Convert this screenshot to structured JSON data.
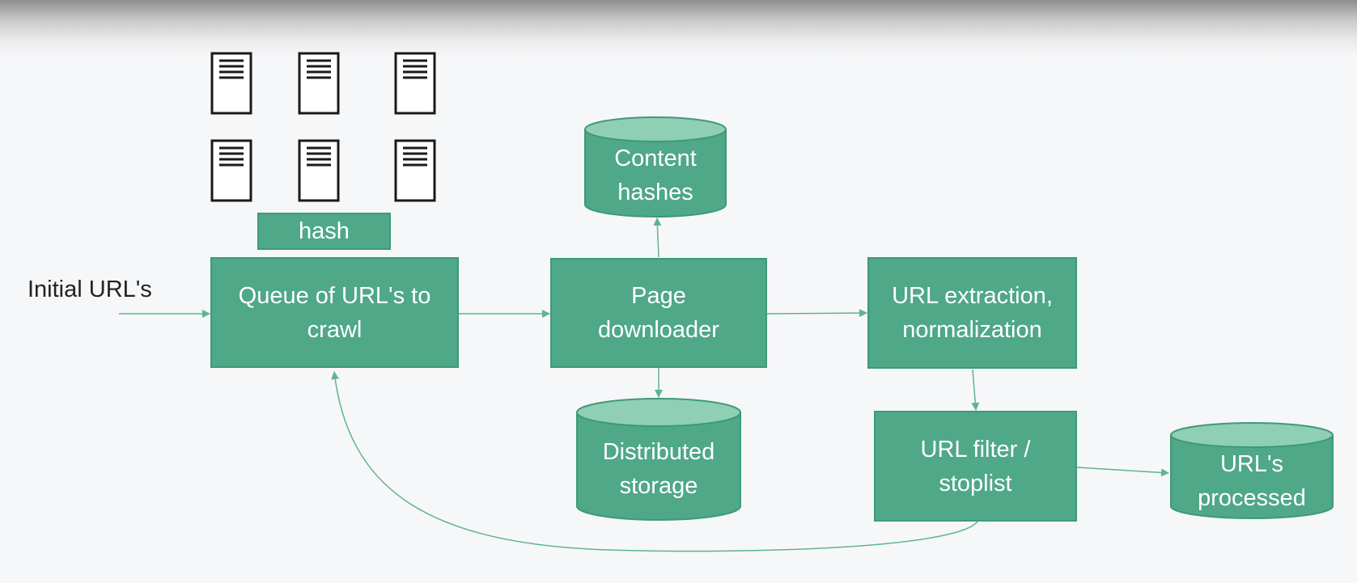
{
  "diagram": {
    "input_label": "Initial URL's",
    "hash_label": "hash",
    "queue_label": "Queue of URL's to crawl",
    "downloader_label": "Page downloader",
    "content_hashes_label": "Content hashes",
    "storage_label": "Distributed storage",
    "extraction_label": "URL extraction, normalization",
    "filter_label": "URL filter / stoplist",
    "processed_label": "URL's processed"
  },
  "colors": {
    "box_fill": "#4fa888",
    "db_top": "#8fcfb6",
    "arrow": "#5fb394",
    "server_outline": "#1a1a1a"
  }
}
